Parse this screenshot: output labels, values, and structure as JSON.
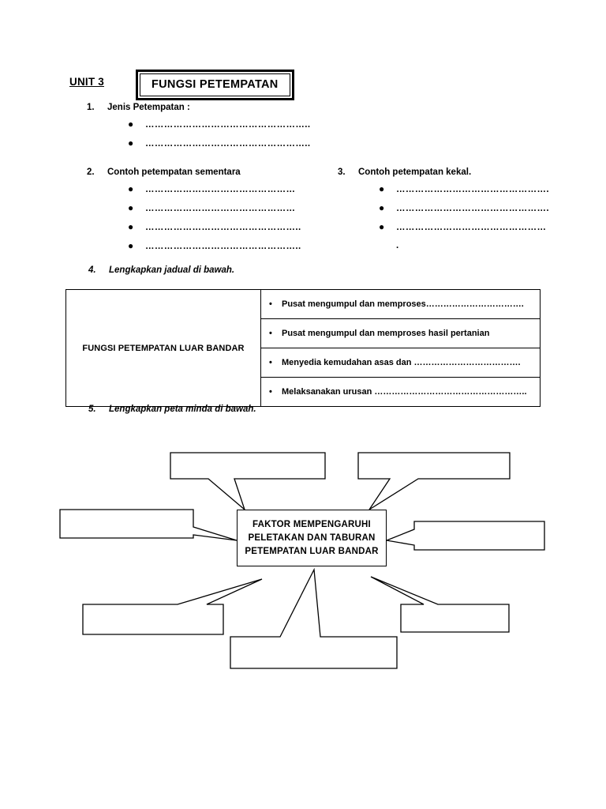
{
  "header": {
    "unit_label": "UNIT 3",
    "title": "FUNGSI PETEMPATAN"
  },
  "questions": [
    {
      "number": "1.",
      "text": "Jenis Petempatan :",
      "blanks": [
        "……………………………………………..",
        "…………………………………………….."
      ]
    },
    {
      "number": "2.",
      "text": "Contoh petempatan sementara",
      "blanks": [
        "…………………………………………",
        "…………………………………………",
        "…………………………………………..",
        "………………………………………….."
      ]
    },
    {
      "number": "3.",
      "text": "Contoh petempatan kekal.",
      "blanks": [
        "………………………………………….",
        "………………………………………….",
        "…………………………………………",
        "."
      ]
    },
    {
      "number": "4.",
      "text": "Lengkapkan jadual di bawah."
    },
    {
      "number": "5.",
      "text": "Lengkapkan peta minda di bawah."
    }
  ],
  "table": {
    "row_label": "FUNGSI PETEMPATAN LUAR BANDAR",
    "items": [
      "Pusat mengumpul dan memproses…………………………….",
      "Pusat mengumpul dan memproses hasil pertanian",
      "Menyedia kemudahan asas dan ……………………………….",
      "Melaksanakan urusan …………………………………………….."
    ]
  },
  "mindmap": {
    "center_lines": [
      "FAKTOR MEMPENGARUHI",
      "PELETAKAN DAN TABURAN",
      "PETEMPATAN LUAR BANDAR"
    ],
    "answer_boxes": [
      {
        "id": "top-left",
        "label": ""
      },
      {
        "id": "top-right",
        "label": ""
      },
      {
        "id": "left",
        "label": ""
      },
      {
        "id": "right",
        "label": ""
      },
      {
        "id": "bottom-left",
        "label": ""
      },
      {
        "id": "bottom-center",
        "label": ""
      },
      {
        "id": "bottom-right",
        "label": ""
      }
    ]
  },
  "colors": {
    "ink": "#000000",
    "page": "#ffffff"
  }
}
